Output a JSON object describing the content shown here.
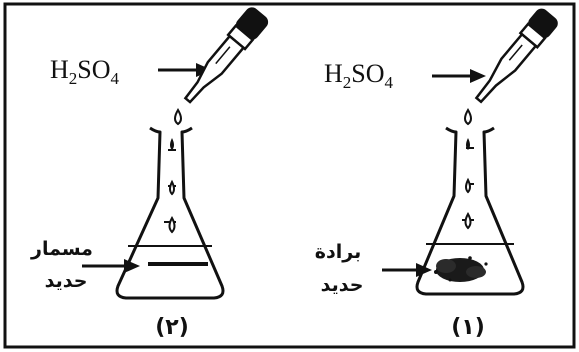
{
  "acid": {
    "main": "H",
    "sub1": "2",
    "mid": "SO",
    "sub2": "4"
  },
  "right_setup": {
    "label_line1": "برادة",
    "label_line2": "حديد",
    "number": "(١)"
  },
  "left_setup": {
    "label_line1": "مسمار",
    "label_line2": "حديد",
    "number": "(٢)"
  }
}
